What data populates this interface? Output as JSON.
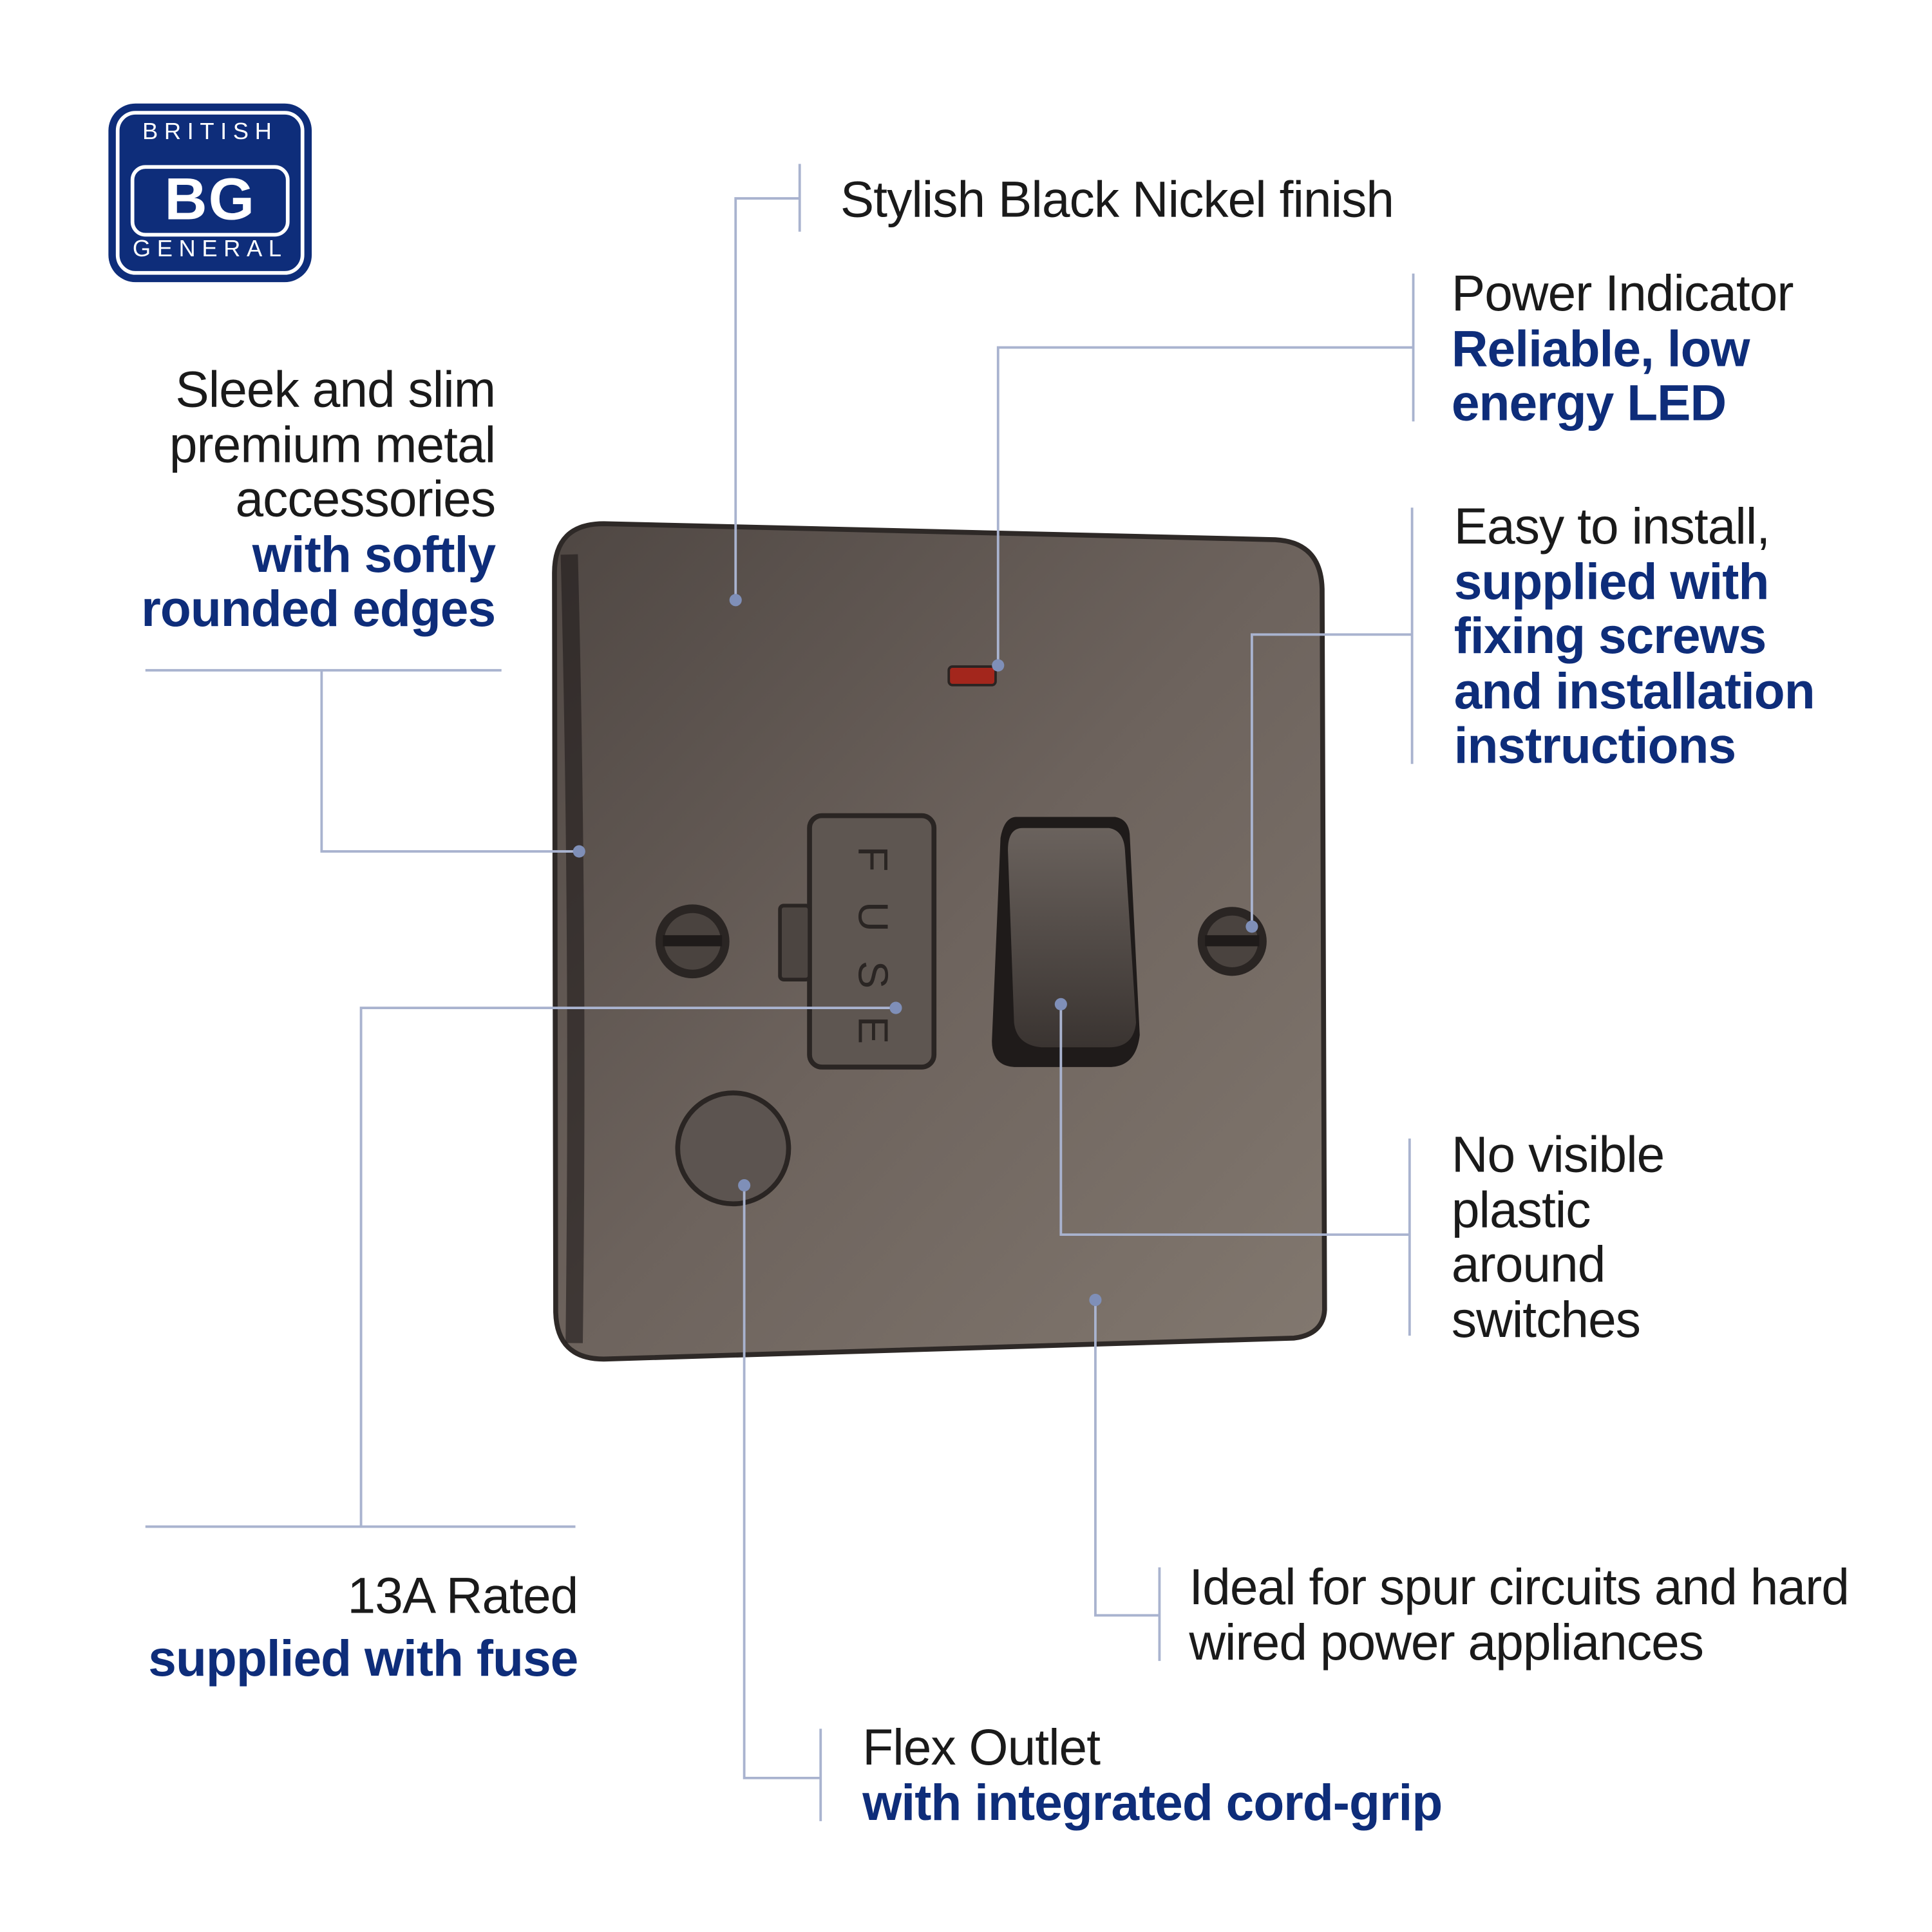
{
  "logo": {
    "top": "BRITISH",
    "mark": "BG",
    "bottom": "GENERAL"
  },
  "colors": {
    "brand_blue": "#0e2d7a",
    "callout_line": "#a9b3cf",
    "plate": "#6e645e",
    "led": "#a3261c"
  },
  "product": {
    "fuse_letters": [
      "F",
      "U",
      "S",
      "E"
    ]
  },
  "callouts": {
    "finish": {
      "lines": [
        "Stylish Black Nickel finish"
      ]
    },
    "indicator": {
      "lines": [
        "Power Indicator"
      ],
      "bold": [
        "Reliable, low",
        "energy LED"
      ]
    },
    "install": {
      "lines": [
        "Easy to install,"
      ],
      "bold": [
        "supplied with",
        "fixing screws",
        "and installation",
        "instructions"
      ]
    },
    "sleek": {
      "lines": [
        "Sleek and slim",
        "premium metal",
        "accessories"
      ],
      "bold": [
        "with softly",
        "rounded edges"
      ]
    },
    "plastic": {
      "lines": [
        "No visible",
        "plastic",
        "around",
        "switches"
      ]
    },
    "rated": {
      "lines": [
        "13A Rated"
      ],
      "bold": [
        "supplied with fuse"
      ]
    },
    "spur": {
      "lines": [
        "Ideal for spur circuits and hard",
        "wired power appliances"
      ]
    },
    "flex": {
      "lines": [
        "Flex Outlet"
      ],
      "bold": [
        "with integrated cord-grip"
      ]
    }
  }
}
